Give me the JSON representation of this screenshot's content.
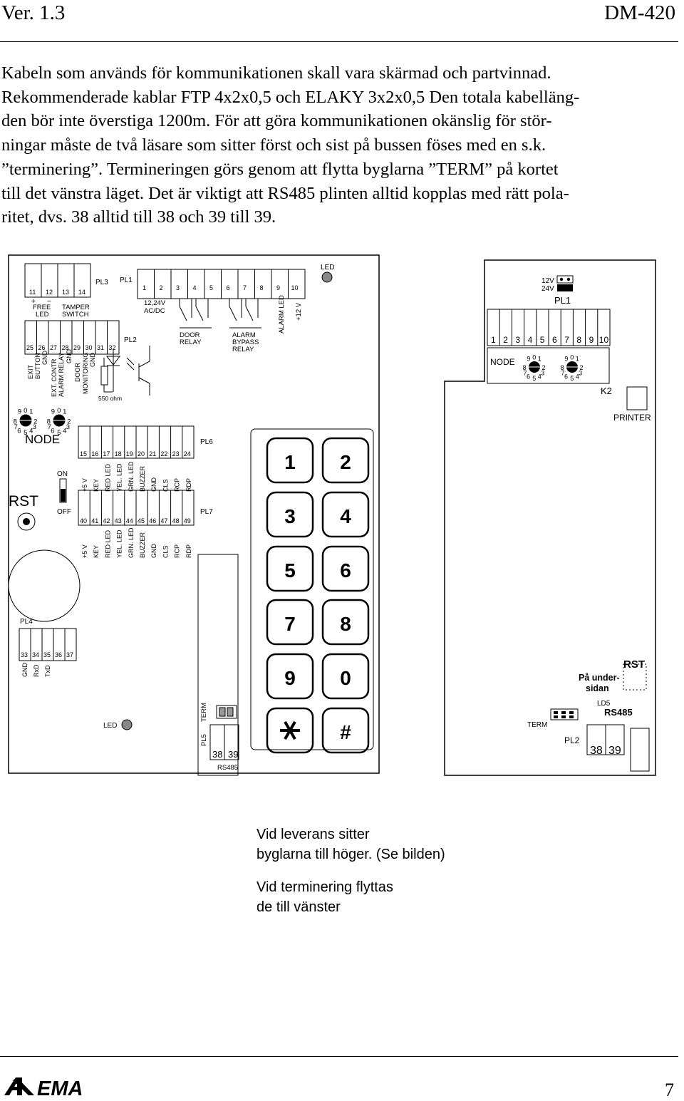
{
  "header": {
    "version": "Ver. 1.3",
    "model": "DM-420"
  },
  "body_lines": [
    "Kabeln som används för kommunikationen skall vara skärmad och partvinnad.",
    "Rekommenderade kablar FTP 4x2x0,5 och ELAKY 3x2x0,5 Den totala kabelläng-",
    "den  bör inte överstiga 1200m. För att göra kommunikationen okänslig för stör-",
    "ningar måste de två läsare som sitter först och sist på bussen föses med en s.k.",
    " ”terminering”. Termineringen görs genom att flytta byglarna ”TERM” på kortet",
    "till det vänstra läget. Det är viktigt att RS485 plinten alltid kopplas med rätt pola-",
    "ritet, dvs. 38 alltid till 38 och 39 till 39."
  ],
  "diagram": {
    "led_top": "LED",
    "pl3": "PL3",
    "pl1": "PL1",
    "pl2": "PL2",
    "pl4": "PL4",
    "pl5": "PL5",
    "pl6": "PL6",
    "pl7": "PL7",
    "pl1_pins": [
      "1",
      "2",
      "3",
      "4",
      "5",
      "6",
      "7",
      "8",
      "9",
      "10"
    ],
    "pl3_pins": [
      "11",
      "12",
      "13",
      "14"
    ],
    "plus": "+",
    "minus": "−",
    "free_led": [
      "FREE",
      "LED"
    ],
    "tamper_switch": [
      "TAMPER",
      "SWITCH"
    ],
    "supply": [
      "12,24V",
      "AC/DC"
    ],
    "door_relay": [
      "DOOR",
      "RELAY"
    ],
    "alarm_bypass_relay": [
      "ALARM",
      "BYPASS",
      "RELAY"
    ],
    "alarm_led": "ALARM LED",
    "plus12v": "+12 V",
    "pl2_pins": [
      "25",
      "26",
      "27",
      "28",
      "29",
      "30",
      "31",
      "32"
    ],
    "pl2_labels": [
      "EXIT",
      "BUTTON",
      "GND",
      "EXT. CONTR",
      "ALARM RELAY",
      "GND",
      "DOOR",
      "MONITORING",
      "GND"
    ],
    "resistor": "550 ohm",
    "node": "NODE",
    "on": "ON",
    "off": "OFF",
    "rst": "RST",
    "pl6_pins": [
      "15",
      "16",
      "17",
      "18",
      "19",
      "20",
      "21",
      "22",
      "23",
      "24"
    ],
    "pl7_pins": [
      "40",
      "41",
      "42",
      "43",
      "44",
      "45",
      "46",
      "47",
      "48",
      "49"
    ],
    "signal_labels": [
      "+5 V",
      "KEY",
      "RED LED",
      "YEL. LED",
      "GRN. LED",
      "BUZZER",
      "GND",
      "CLS",
      "RCP",
      "RDP"
    ],
    "pl4_pins": [
      "33",
      "34",
      "35",
      "36",
      "37"
    ],
    "pl4_labels": [
      "GND",
      "RxD",
      "TxD"
    ],
    "led_bottom": "LED",
    "term": "TERM",
    "rs485_pins": [
      "38",
      "39"
    ],
    "rs485": "RS485",
    "keys": [
      "1",
      "2",
      "3",
      "4",
      "5",
      "6",
      "7",
      "8",
      "9",
      "0",
      "*",
      "#"
    ],
    "voltage_12v": "12V",
    "voltage_24v": "24V",
    "right_pl1_pins": [
      "1",
      "2",
      "3",
      "4",
      "5",
      "6",
      "7",
      "8",
      "9",
      "10"
    ],
    "rotary_digits": [
      "0",
      "1",
      "2",
      "3",
      "4",
      "5",
      "6",
      "7",
      "8",
      "9"
    ],
    "k2": "K2",
    "printer": "PRINTER",
    "pa_undersidan": [
      "På under-",
      "sidan"
    ],
    "ld5": "LD5"
  },
  "captions": [
    [
      "Vid leverans sitter",
      "byglarna till höger. (Se bilden)"
    ],
    [
      "Vid terminering flyttas",
      "de till vänster"
    ]
  ],
  "footer": {
    "logo": "AXEMA",
    "page": "7"
  }
}
